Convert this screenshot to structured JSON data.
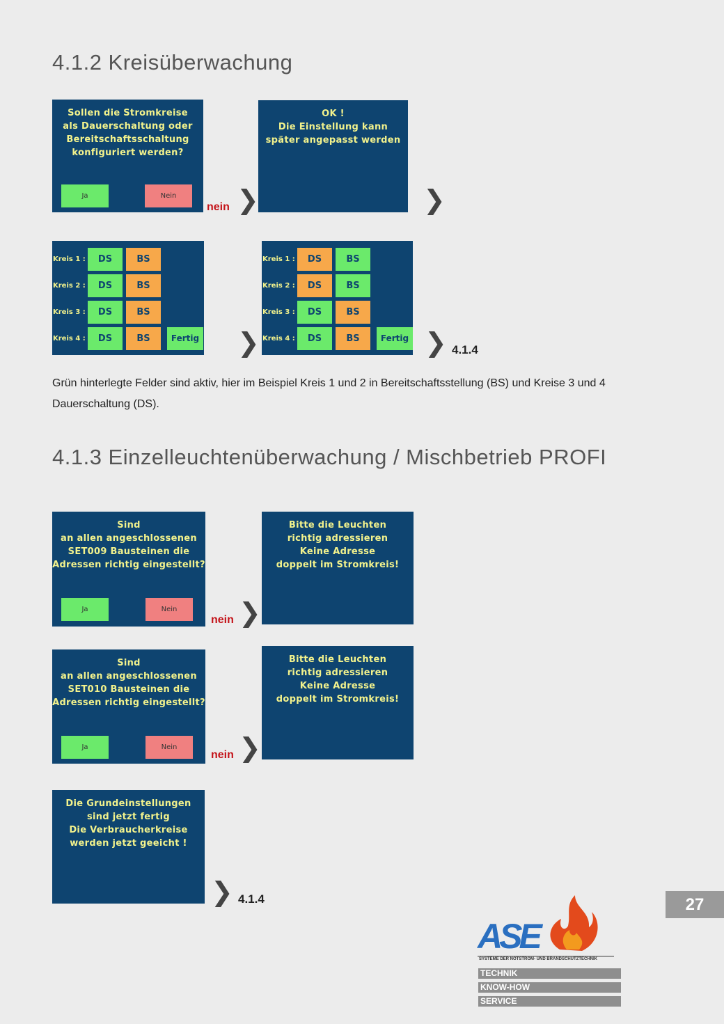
{
  "section1": {
    "title": "4.1.2 Kreisüberwachung",
    "screen_question": "Sollen die Stromkreise\nals Dauerschaltung oder\nBereitschaftsschaltung\nkonfiguriert werden?",
    "ja": "Ja",
    "nein": "Nein",
    "nein_arrow": "nein",
    "screen_ok": "OK !\nDie Einstellung kann\nspäter angepasst werden",
    "grid_before": {
      "rows": [
        {
          "label": "Kreis 1 :",
          "a": "DS",
          "b": "BS"
        },
        {
          "label": "Kreis 2 :",
          "a": "DS",
          "b": "BS"
        },
        {
          "label": "Kreis 3 :",
          "a": "DS",
          "b": "BS"
        },
        {
          "label": "Kreis 4 :",
          "a": "DS",
          "b": "BS"
        }
      ],
      "fertig": "Fertig"
    },
    "grid_after": {
      "rows": [
        {
          "label": "Kreis 1 :",
          "a": "DS",
          "b": "BS"
        },
        {
          "label": "Kreis 2 :",
          "a": "DS",
          "b": "BS"
        },
        {
          "label": "Kreis 3 :",
          "a": "DS",
          "b": "BS"
        },
        {
          "label": "Kreis 4 :",
          "a": "DS",
          "b": "BS"
        }
      ],
      "fertig": "Fertig"
    },
    "ref": "4.1.4",
    "paragraph": "Grün hinterlegte Felder sind aktiv, hier im Beispiel Kreis 1 und 2 in Bereitschaftsstellung (BS) und Kreise 3 und 4 Dauerschaltung (DS)."
  },
  "section2": {
    "title": "4.1.3 Einzelleuchtenüberwachung / Mischbetrieb PROFI",
    "screen_set009": "Sind\nan allen angeschlossenen\nSET009 Bausteinen die\nAdressen richtig eingestellt?",
    "screen_set010": "Sind\nan allen angeschlossenen\nSET010 Bausteinen die\nAdressen richtig eingestellt?",
    "screen_hint": "Bitte die Leuchten\nrichtig adressieren\nKeine Adresse\ndoppelt im Stromkreis!",
    "screen_done": "Die Grundeinstellungen\nsind jetzt fertig\nDie Verbraucherkreise\nwerden jetzt geeicht !",
    "ja": "Ja",
    "nein": "Nein",
    "nein_arrow": "nein",
    "ref": "4.1.4"
  },
  "footer": {
    "page_number": "27",
    "logo_text": "ASE",
    "tagline": "SYSTEME DER NOTSTROM- UND BRANDSCHUTZTECHNIK",
    "bars": [
      "TECHNIK",
      "KNOW-HOW",
      "SERVICE"
    ]
  },
  "colors": {
    "screen_bg": "#0e4470",
    "screen_text": "#f2f28c",
    "active_green": "#6bea6b",
    "inactive_orange": "#f7a84a",
    "nein_red": "#f08080",
    "arrow_red": "#c4141a"
  }
}
